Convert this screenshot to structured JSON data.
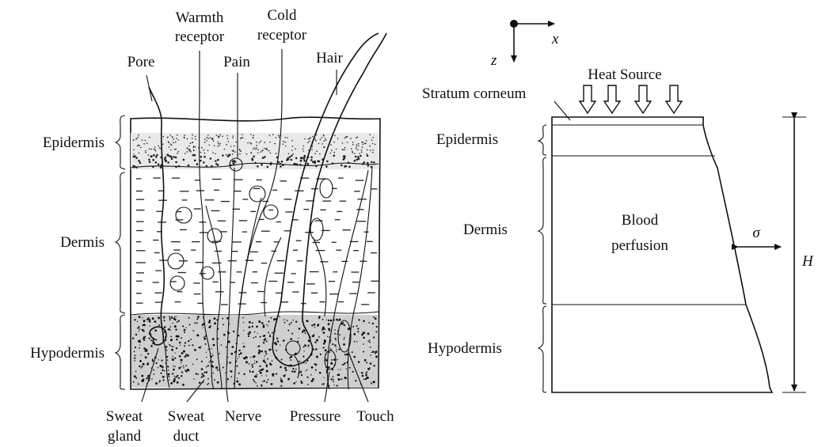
{
  "left_figure": {
    "labels": {
      "warmth_line1": "Warmth",
      "warmth_line2": "receptor",
      "cold_line1": "Cold",
      "cold_line2": "receptor",
      "pore": "Pore",
      "pain": "Pain",
      "hair": "Hair",
      "epidermis": "Epidermis",
      "dermis": "Dermis",
      "hypodermis": "Hypodermis",
      "sweat_gland_line1": "Sweat",
      "sweat_gland_line2": "gland",
      "sweat_duct_line1": "Sweat",
      "sweat_duct_line2": "duct",
      "nerve": "Nerve",
      "pressure": "Pressure",
      "touch": "Touch"
    }
  },
  "right_figure": {
    "axes": {
      "x": "x",
      "z": "z"
    },
    "labels": {
      "heat_source": "Heat Source",
      "stratum_corneum": "Stratum corneum",
      "epidermis": "Epidermis",
      "dermis": "Dermis",
      "hypodermis": "Hypodermis",
      "blood_line1": "Blood",
      "blood_line2": "perfusion",
      "sigma": "σ",
      "height": "H"
    }
  }
}
